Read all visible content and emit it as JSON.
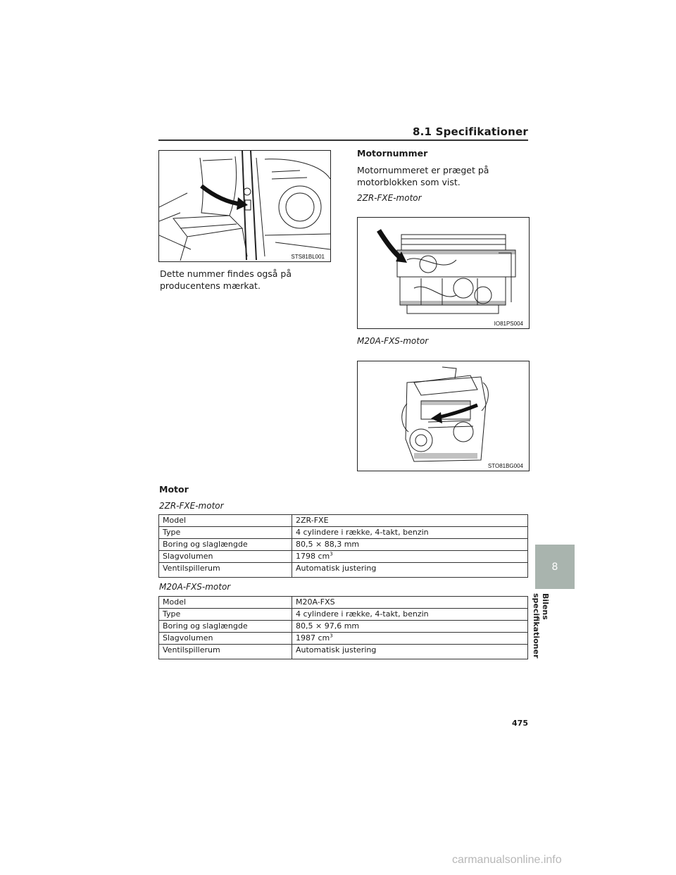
{
  "header": {
    "section_title": "8.1 Specifikationer"
  },
  "left_column": {
    "image_code": "STS81BL001",
    "caption": "Dette nummer findes også på producentens mærkat."
  },
  "right_column": {
    "heading": "Motornummer",
    "text": "Motornummeret er præget på motorblokken som vist.",
    "engine1_label": "2ZR-FXE-motor",
    "engine1_image_code": "IO81PS004",
    "engine2_label": "M20A-FXS-motor",
    "engine2_image_code": "STO81BG004"
  },
  "motor_section": {
    "heading": "Motor",
    "table1_label": "2ZR-FXE-motor",
    "table1": [
      {
        "name": "Model",
        "value": "2ZR-FXE"
      },
      {
        "name": "Type",
        "value": "4 cylindere i række, 4-takt, benzin"
      },
      {
        "name": "Boring og slaglængde",
        "value": "80,5 × 88,3 mm"
      },
      {
        "name": "Slagvolumen",
        "value": "1798 cm",
        "sup": "3"
      },
      {
        "name": "Ventilspillerum",
        "value": "Automatisk justering"
      }
    ],
    "table2_label": "M20A-FXS-motor",
    "table2": [
      {
        "name": "Model",
        "value": "M20A-FXS"
      },
      {
        "name": "Type",
        "value": "4 cylindere i række, 4-takt, benzin"
      },
      {
        "name": "Boring og slaglængde",
        "value": "80,5 × 97,6 mm"
      },
      {
        "name": "Slagvolumen",
        "value": "1987 cm",
        "sup": "3"
      },
      {
        "name": "Ventilspillerum",
        "value": "Automatisk justering"
      }
    ]
  },
  "side_tab": {
    "number": "8",
    "label": "Bilens specifikationer"
  },
  "footer": {
    "page_number": "475",
    "watermark": "carmanualsonline.info"
  }
}
